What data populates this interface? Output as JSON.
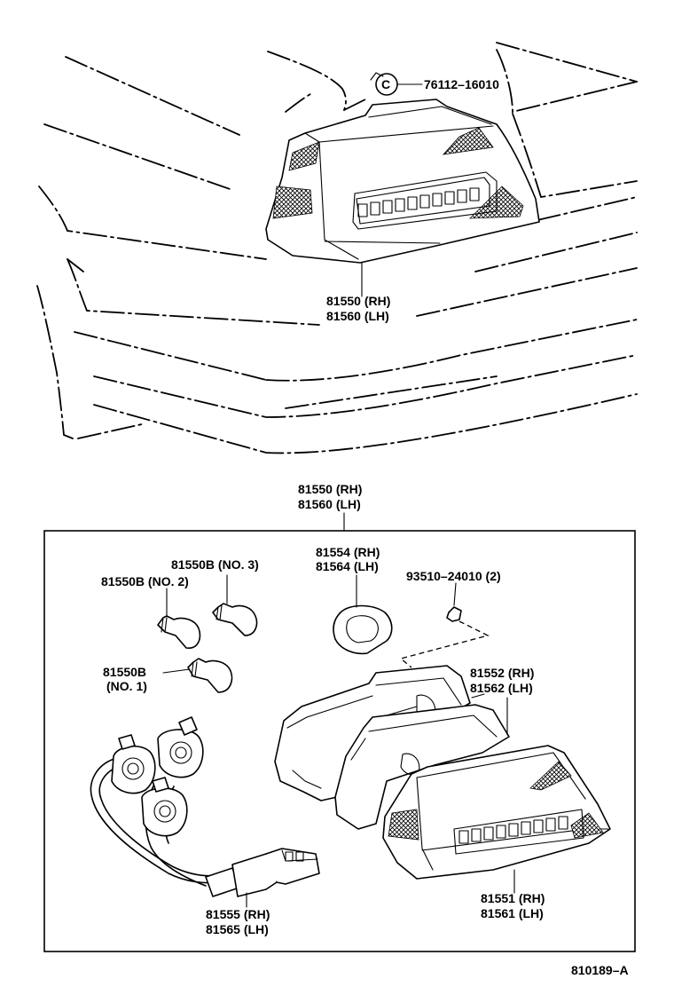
{
  "diagram_id": "810189–A",
  "callouts": {
    "clip": "76112–16010",
    "lamp_assy_top_rh": "81550 (RH)",
    "lamp_assy_top_lh": "81560 (LH)",
    "lamp_assy_box_rh": "81550 (RH)",
    "lamp_assy_box_lh": "81560 (LH)",
    "bulb_no3": "81550B (NO. 3)",
    "bulb_no2": "81550B (NO. 2)",
    "bulb_no1_part": "81550B",
    "bulb_no1_note": "(NO. 1)",
    "grommet_rh": "81554 (RH)",
    "grommet_lh": "81564 (LH)",
    "nut": "93510–24010 (2)",
    "housing_rh": "81552 (RH)",
    "housing_lh": "81562 (LH)",
    "lens_rh": "81551 (RH)",
    "lens_lh": "81561 (LH)",
    "socket_wire_rh": "81555 (RH)",
    "socket_wire_lh": "81565 (LH)"
  }
}
